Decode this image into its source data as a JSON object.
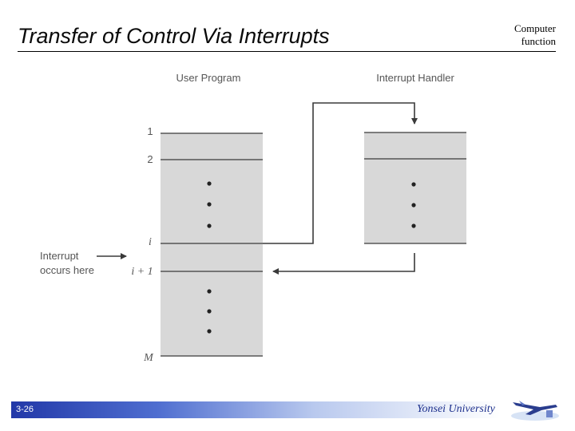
{
  "slide": {
    "title": "Transfer of Control Via Interrupts",
    "corner_label_line1": "Computer",
    "corner_label_line2": "function",
    "slide_number": "3-26",
    "university": "Yonsei University"
  },
  "diagram": {
    "user_program_label": "User Program",
    "interrupt_handler_label": "Interrupt Handler",
    "row_labels": [
      "1",
      "2",
      "i",
      "i + 1",
      "M"
    ],
    "interrupt_note_line1": "Interrupt",
    "interrupt_note_line2": "occurs here"
  },
  "colors": {
    "box_fill": "#d8d8d8",
    "line": "#3a3a3a",
    "text_gray": "#555555",
    "footer_blue": "#2238a8",
    "university_text": "#1c2f8c"
  }
}
